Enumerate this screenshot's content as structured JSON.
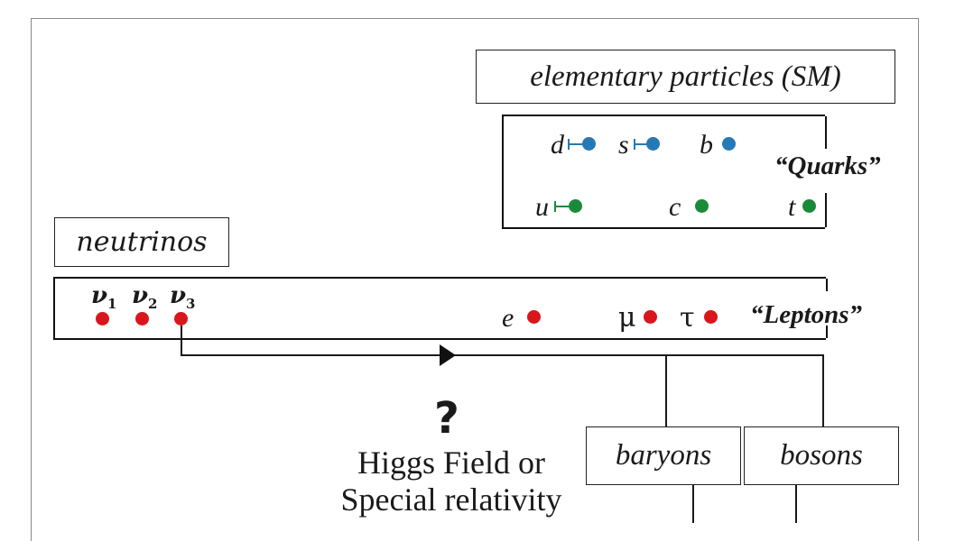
{
  "labels": {
    "elementary": "elementary particles (SM)",
    "neutrinos": "neutrinos",
    "baryons": "baryons",
    "bosons": "bosons"
  },
  "groups": {
    "quarks": "“Quarks”",
    "leptons": "“Leptons”"
  },
  "quarks": {
    "d": "d",
    "s": "s",
    "b": "b",
    "u": "u",
    "c": "c",
    "t": "t"
  },
  "leptons": {
    "nu1": "ν",
    "nu1_sub": "1",
    "nu2": "ν",
    "nu2_sub": "2",
    "nu3": "ν",
    "nu3_sub": "3",
    "e": "e",
    "mu": "μ",
    "tau": "τ"
  },
  "question": {
    "mark": "?",
    "line1": "Higgs Field or",
    "line2": "Special relativity"
  },
  "colors": {
    "lepton": "#d8161c",
    "down_quark": "#2779b5",
    "up_quark": "#1a8a3a"
  }
}
